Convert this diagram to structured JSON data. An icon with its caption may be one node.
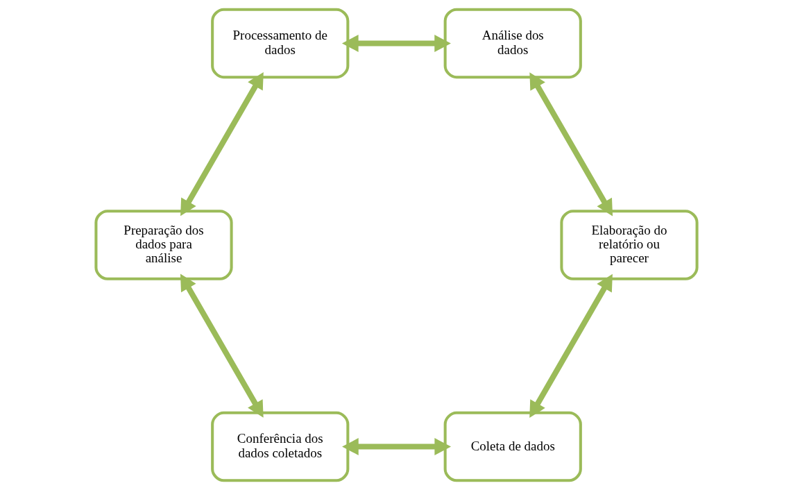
{
  "diagram": {
    "nodes": [
      {
        "text": [
          "Coleta de dados"
        ]
      },
      {
        "text": [
          "Elaboração do relatório ou parecer"
        ]
      },
      {
        "text": [
          "Conferência dos dados coletados"
        ]
      },
      {
        "text": [
          "Análise dos dados"
        ]
      },
      {
        "text": [
          "Preparação dos dados para análise"
        ]
      },
      {
        "text": [
          "Processamento de dados"
        ]
      }
    ],
    "edges": [
      {
        "from": 0,
        "to": 2,
        "arrow": "both"
      },
      {
        "from": 2,
        "to": 4,
        "arrow": "both"
      },
      {
        "from": 4,
        "to": 5,
        "arrow": "both"
      },
      {
        "from": 5,
        "to": 3,
        "arrow": "both"
      },
      {
        "from": 3,
        "to": 1,
        "arrow": "both"
      },
      {
        "from": 1,
        "to": 0,
        "arrow": "both"
      }
    ]
  }
}
